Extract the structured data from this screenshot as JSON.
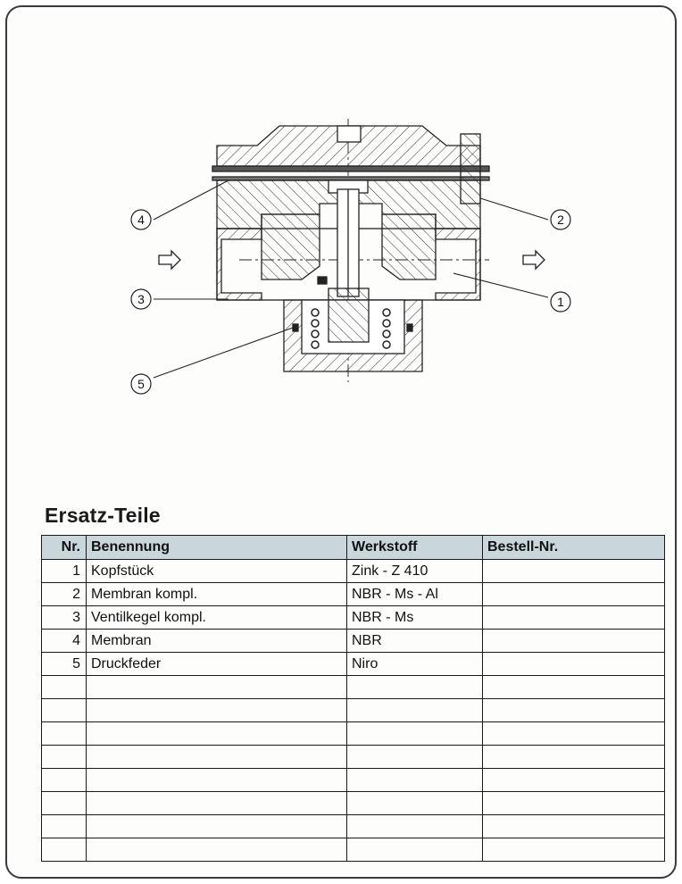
{
  "drawing": {
    "callouts": [
      "1",
      "2",
      "3",
      "4",
      "5"
    ],
    "flow_arrow_icon": "flow-arrow-right-icon"
  },
  "parts_table": {
    "title": "Ersatz-Teile",
    "headers": [
      "Nr.",
      "Benennung",
      "Werkstoff",
      "Bestell-Nr."
    ],
    "rows": [
      [
        "1",
        "Kopfstück",
        "Zink - Z 410",
        ""
      ],
      [
        "2",
        "Membran kompl.",
        "NBR - Ms - Al",
        ""
      ],
      [
        "3",
        "Ventilkegel kompl.",
        "NBR - Ms",
        ""
      ],
      [
        "4",
        "Membran",
        "NBR",
        ""
      ],
      [
        "5",
        "Druckfeder",
        "Niro",
        ""
      ],
      [
        "",
        "",
        "",
        ""
      ],
      [
        "",
        "",
        "",
        ""
      ],
      [
        "",
        "",
        "",
        ""
      ],
      [
        "",
        "",
        "",
        ""
      ],
      [
        "",
        "",
        "",
        ""
      ],
      [
        "",
        "",
        "",
        ""
      ],
      [
        "",
        "",
        "",
        ""
      ],
      [
        "",
        "",
        "",
        ""
      ]
    ],
    "header_color": "#c9d6dc"
  }
}
